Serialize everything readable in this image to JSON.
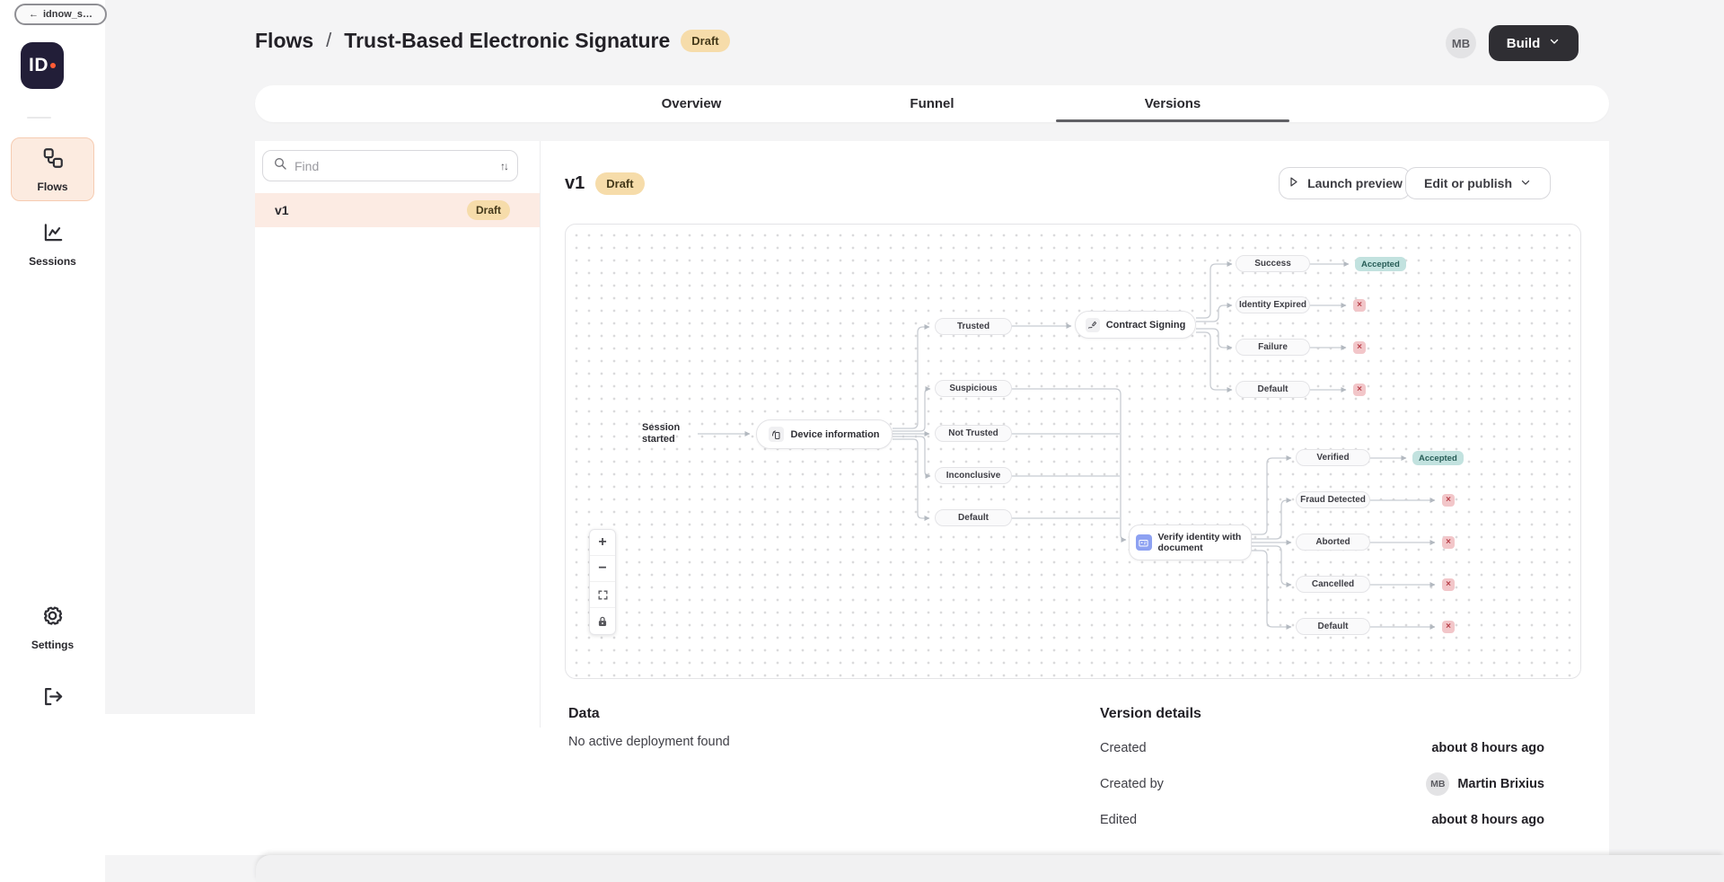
{
  "window": {
    "tab_label": "idnow_s…"
  },
  "icons": {
    "back_arrow": "←",
    "sort_arrows": "↑↓",
    "reject_x": "×",
    "zoom_in": "+",
    "zoom_out": "−"
  },
  "colors": {
    "brand_orange": "#ff5c35",
    "draft_badge_bg": "#f6dcaa",
    "accepted_badge_bg": "#c2e2df",
    "rejected_badge_bg": "#f2c6c9",
    "build_button_bg": "#2f2e33",
    "active_nav_bg": "#fcebe0"
  },
  "sidebar": {
    "logo_text": "ID",
    "nav": [
      {
        "label": "Flows"
      },
      {
        "label": "Sessions"
      },
      {
        "label": "Settings"
      }
    ]
  },
  "header": {
    "breadcrumb_root": "Flows",
    "separator": "/",
    "title": "Trust-Based Electronic Signature",
    "status": "Draft",
    "user_initials": "MB",
    "build_label": "Build"
  },
  "tabs": {
    "active": "Versions",
    "items": [
      {
        "label": "Overview"
      },
      {
        "label": "Funnel"
      },
      {
        "label": "Versions"
      }
    ]
  },
  "version_list": {
    "search_placeholder": "Find",
    "items": [
      {
        "name": "v1",
        "badge": "Draft"
      }
    ]
  },
  "detail": {
    "version": "v1",
    "badge": "Draft",
    "launch_label": "Launch preview",
    "edit_label": "Edit or publish"
  },
  "flow": {
    "start_label": "Session started",
    "device": {
      "label": "Device information"
    },
    "device_outcomes": [
      "Trusted",
      "Suspicious",
      "Not Trusted",
      "Inconclusive",
      "Default"
    ],
    "contract": {
      "label": "Contract Signing"
    },
    "contract_outcomes": [
      {
        "label": "Success",
        "result": "accepted",
        "result_label": "Accepted"
      },
      {
        "label": "Identity Expired",
        "result": "rejected"
      },
      {
        "label": "Failure",
        "result": "rejected"
      },
      {
        "label": "Default",
        "result": "rejected"
      }
    ],
    "verify": {
      "label": "Verify identity with document"
    },
    "verify_outcomes": [
      {
        "label": "Verified",
        "result": "accepted",
        "result_label": "Accepted"
      },
      {
        "label": "Fraud Detected",
        "result": "rejected"
      },
      {
        "label": "Aborted",
        "result": "rejected"
      },
      {
        "label": "Cancelled",
        "result": "rejected"
      },
      {
        "label": "Default",
        "result": "rejected"
      }
    ]
  },
  "data_section": {
    "title": "Data",
    "message": "No active deployment found"
  },
  "version_details": {
    "title": "Version details",
    "rows": [
      {
        "label": "Created",
        "value": "about 8 hours ago"
      },
      {
        "label": "Created by",
        "value": "Martin Brixius",
        "avatar": "MB"
      },
      {
        "label": "Edited",
        "value": "about 8 hours ago"
      }
    ]
  }
}
